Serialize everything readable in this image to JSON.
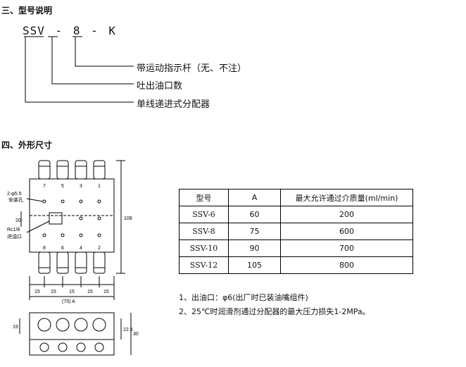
{
  "section3": {
    "title": "三、型号说明"
  },
  "model_code": {
    "prefix": "SSV",
    "sep1": "-",
    "outlets": "8",
    "sep2": "-",
    "suffix": "K"
  },
  "descriptions": [
    "带运动指示杆（无、不注）",
    "吐出油口数",
    "单线递进式分配器"
  ],
  "section4": {
    "title": "四、外形尺寸"
  },
  "drawing": {
    "hole_label": "2-φ5.5",
    "hole_label2": "安装孔",
    "inlet_label": "Rc1/8",
    "inlet_label2": "进油口",
    "dim_20": "20",
    "dim_108": "108",
    "dim_15": "15",
    "dim_75": "(75) A",
    "dim_19": "19",
    "dim_225": "22.5",
    "dim_30": "30",
    "top_nums": [
      "7",
      "5",
      "3",
      "1"
    ],
    "bottom_nums": [
      "8",
      "6",
      "4",
      "2"
    ]
  },
  "table": {
    "headers": [
      "型号",
      "A",
      "最大允许通过介质量(ml/min)"
    ],
    "rows": [
      [
        "SSV-6",
        "60",
        "200"
      ],
      [
        "SSV-8",
        "75",
        "600"
      ],
      [
        "SSV-10",
        "90",
        "700"
      ],
      [
        "SSV-12",
        "105",
        "800"
      ]
    ]
  },
  "notes": [
    "1、出油口：φ6(出厂时已装油嘴组件)",
    "2、25℃时润滑剂通过分配器的最大压力损失1-2MPa。"
  ]
}
